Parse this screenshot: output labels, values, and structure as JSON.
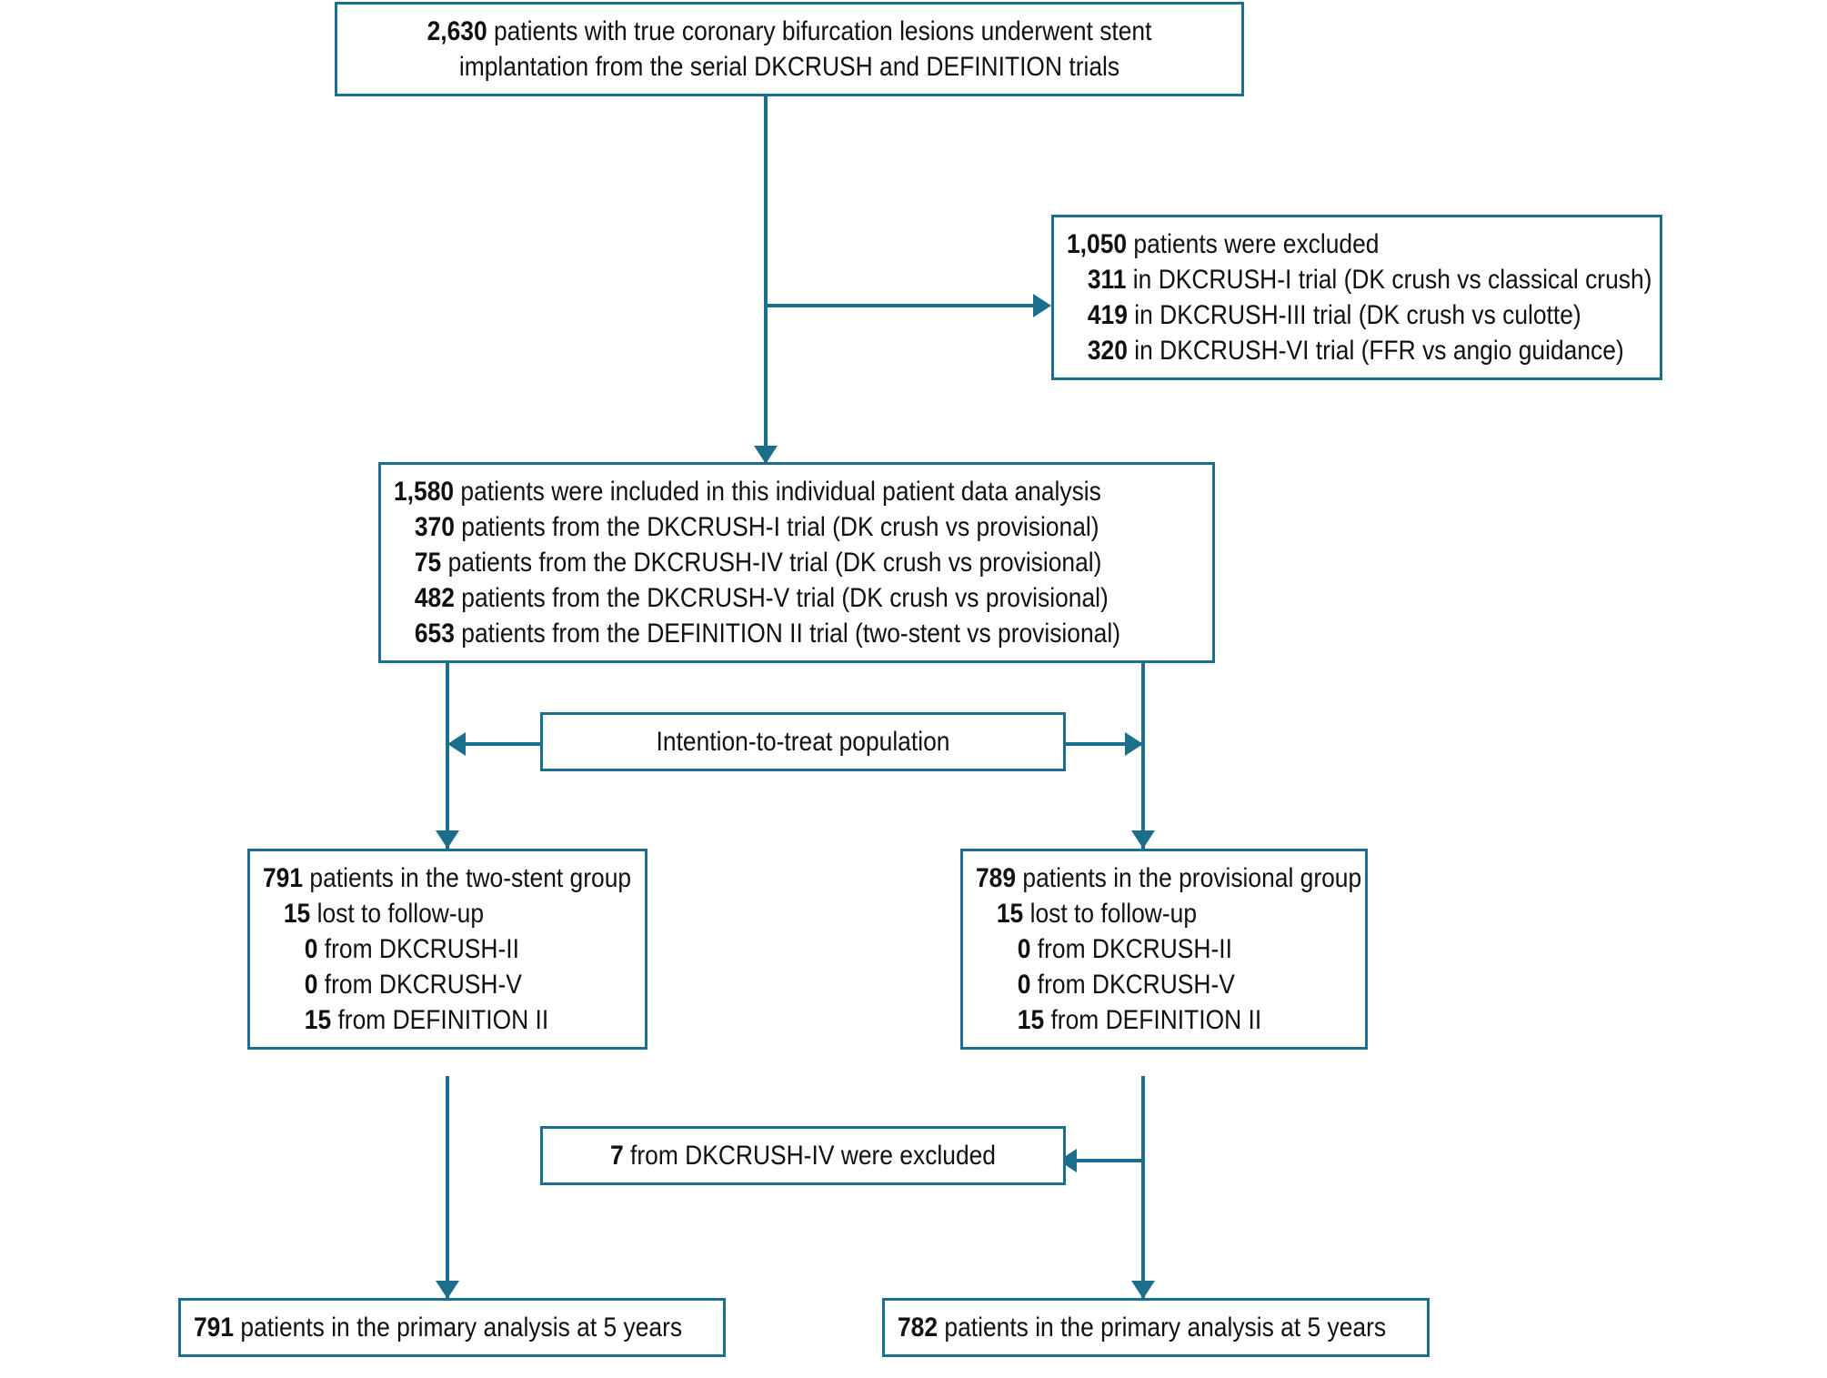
{
  "theme": {
    "accent": "#1b6e8c",
    "text": "#111111",
    "background": "#ffffff"
  },
  "chart_data": {
    "type": "diagram",
    "title": "CONSORT-style patient flow diagram for pooled DKCRUSH and DEFINITION trials",
    "nodes": [
      {
        "id": "enrollment",
        "lines": [
          {
            "value": "2,630",
            "text": " patients with true coronary bifurcation lesions underwent stent"
          },
          {
            "value": "",
            "text": "implantation from the serial DKCRUSH and DEFINITION trials"
          }
        ]
      },
      {
        "id": "excluded",
        "lines": [
          {
            "value": "1,050",
            "text": " patients were excluded"
          },
          {
            "value": "311",
            "text": " in DKCRUSH-I trial (DK crush vs classical crush)"
          },
          {
            "value": "419",
            "text": " in DKCRUSH-III trial (DK crush vs culotte)"
          },
          {
            "value": "320",
            "text": " in DKCRUSH-VI trial (FFR vs angio guidance)"
          }
        ]
      },
      {
        "id": "included",
        "lines": [
          {
            "value": "1,580",
            "text": " patients were included in this individual patient data analysis"
          },
          {
            "value": "370",
            "text": " patients from the DKCRUSH-I trial (DK crush vs provisional)"
          },
          {
            "value": "75",
            "text": " patients from the DKCRUSH-IV trial (DK crush vs provisional)"
          },
          {
            "value": "482",
            "text": " patients from the DKCRUSH-V trial (DK crush vs provisional)"
          },
          {
            "value": "653",
            "text": " patients from the DEFINITION II trial (two-stent vs provisional)"
          }
        ]
      },
      {
        "id": "itt",
        "lines": [
          {
            "value": "",
            "text": "Intention-to-treat population"
          }
        ]
      },
      {
        "id": "two_stent_group",
        "lines": [
          {
            "value": "791",
            "text": " patients in the two-stent group"
          },
          {
            "value": "15",
            "text": " lost to follow-up"
          },
          {
            "value": "0",
            "text": " from DKCRUSH-II"
          },
          {
            "value": "0",
            "text": " from DKCRUSH-V"
          },
          {
            "value": "15",
            "text": " from DEFINITION II"
          }
        ]
      },
      {
        "id": "provisional_group",
        "lines": [
          {
            "value": "789",
            "text": " patients in the provisional group"
          },
          {
            "value": "15",
            "text": " lost to follow-up"
          },
          {
            "value": "0",
            "text": " from DKCRUSH-II"
          },
          {
            "value": "0",
            "text": " from DKCRUSH-V"
          },
          {
            "value": "15",
            "text": " from DEFINITION II"
          }
        ]
      },
      {
        "id": "dk4_excluded",
        "lines": [
          {
            "value": "7",
            "text": " from DKCRUSH-IV were excluded"
          }
        ]
      },
      {
        "id": "final_two_stent",
        "lines": [
          {
            "value": "791",
            "text": " patients in the primary analysis at 5 years"
          }
        ]
      },
      {
        "id": "final_provisional",
        "lines": [
          {
            "value": "782",
            "text": " patients in the primary analysis at 5 years"
          }
        ]
      }
    ]
  },
  "enrollment": {
    "line1_value": "2,630",
    "line1_text": " patients with true coronary bifurcation lesions underwent stent",
    "line2_text": "implantation from the serial DKCRUSH and DEFINITION trials"
  },
  "excluded": {
    "l1_value": "1,050",
    "l1_text": " patients were excluded",
    "l2_value": "311",
    "l2_text": " in DKCRUSH-I trial (DK crush vs classical crush)",
    "l3_value": "419",
    "l3_text": " in DKCRUSH-III trial (DK crush vs culotte)",
    "l4_value": "320",
    "l4_text": " in DKCRUSH-VI trial (FFR vs angio guidance)"
  },
  "included": {
    "l1_value": "1,580",
    "l1_text": " patients were included in this individual patient data analysis",
    "l2_value": "370",
    "l2_text": " patients from the DKCRUSH-I trial (DK crush vs provisional)",
    "l3_value": "75",
    "l3_text": " patients from the DKCRUSH-IV trial (DK crush vs provisional)",
    "l4_value": "482",
    "l4_text": " patients from the DKCRUSH-V trial (DK crush vs provisional)",
    "l5_value": "653",
    "l5_text": " patients from the DEFINITION II trial (two-stent vs provisional)"
  },
  "itt": {
    "label": "Intention-to-treat population"
  },
  "two_stent": {
    "l1_value": "791",
    "l1_text": " patients in the two-stent group",
    "l2_value": "15",
    "l2_text": " lost to follow-up",
    "l3_value": "0",
    "l3_text": " from DKCRUSH-II",
    "l4_value": "0",
    "l4_text": " from DKCRUSH-V",
    "l5_value": "15",
    "l5_text": " from DEFINITION II"
  },
  "provisional": {
    "l1_value": "789",
    "l1_text": " patients in the provisional group",
    "l2_value": "15",
    "l2_text": " lost to follow-up",
    "l3_value": "0",
    "l3_text": " from DKCRUSH-II",
    "l4_value": "0",
    "l4_text": " from DKCRUSH-V",
    "l5_value": "15",
    "l5_text": " from DEFINITION II"
  },
  "dk4_excluded": {
    "value": "7",
    "text": " from DKCRUSH-IV were excluded"
  },
  "final_left": {
    "value": "791",
    "text": " patients in the primary analysis at 5 years"
  },
  "final_right": {
    "value": "782",
    "text": " patients in the primary analysis at 5 years"
  }
}
